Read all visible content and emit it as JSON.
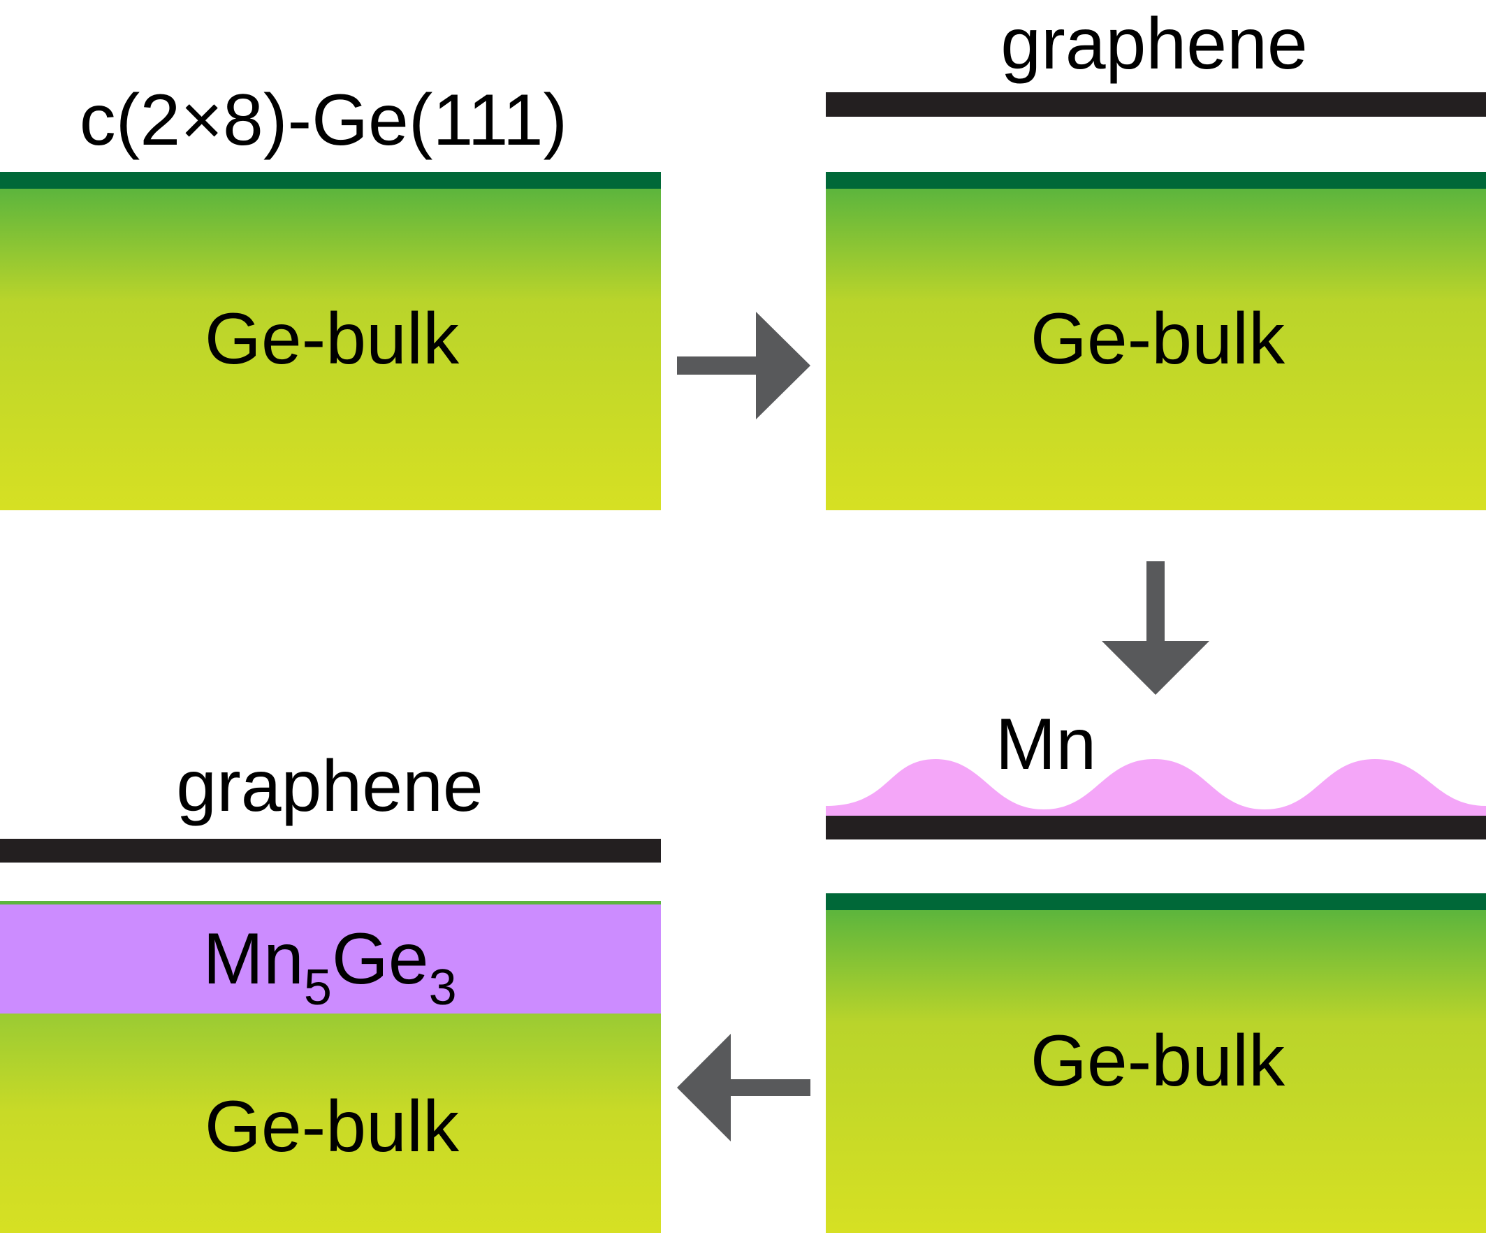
{
  "panels": {
    "top_left": {
      "surface_label": "c(2×8)-Ge(111)",
      "bulk_label": "Ge-bulk"
    },
    "top_right": {
      "graphene_label": "graphene",
      "bulk_label": "Ge-bulk"
    },
    "bottom_right": {
      "deposit_label": "Mn",
      "bulk_label": "Ge-bulk"
    },
    "bottom_left": {
      "graphene_label": "graphene",
      "compound_label": {
        "el1": "Mn",
        "sub1": "5",
        "el2": "Ge",
        "sub2": "3"
      },
      "bulk_label": "Ge-bulk"
    }
  },
  "colors": {
    "surface_layer": "#006838",
    "bulk_top": "#6dbb3c",
    "bulk_bottom": "#d5df23",
    "graphene": "#231f20",
    "mn_deposit": "#f4a6f8",
    "mn5ge3_layer": "#cc8cff",
    "arrow": "#58595b"
  },
  "arrows": [
    "right",
    "down",
    "left"
  ]
}
